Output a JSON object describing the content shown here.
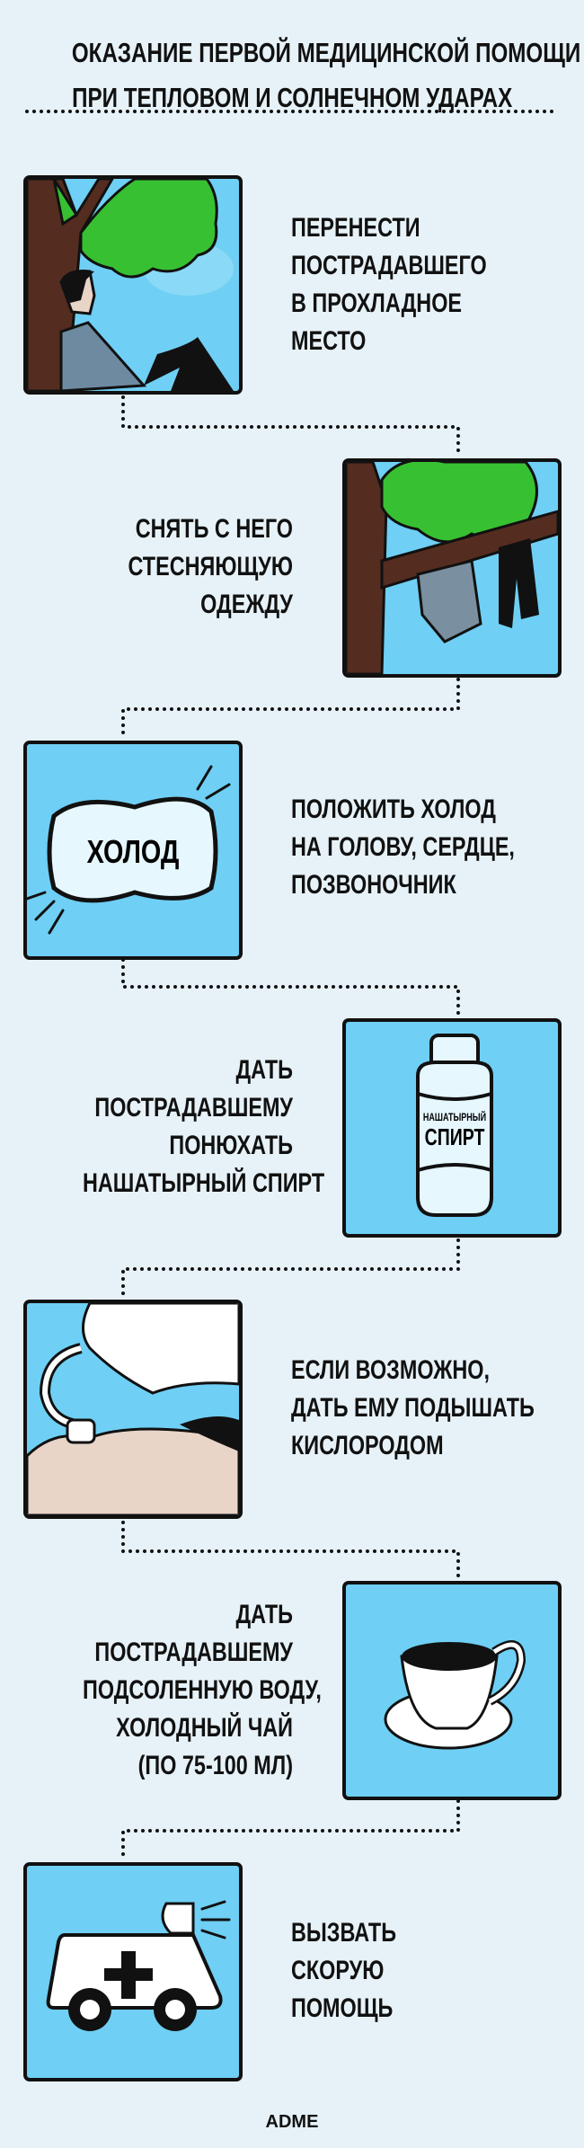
{
  "title": {
    "lines": [
      "ОКАЗАНИЕ ПЕРВОЙ МЕДИЦИНСКОЙ ПОМОЩИ",
      "ПРИ ТЕПЛОВОМ И СОЛНЕЧНОМ УДАРАХ"
    ]
  },
  "steps": [
    {
      "lines": [
        "ПЕРЕНЕСТИ",
        "ПОСТРАДАВШЕГО",
        "В ПРОХЛАДНОЕ",
        "МЕСТО"
      ],
      "icon": "person-under-tree-icon"
    },
    {
      "lines": [
        "СНЯТЬ С НЕГО",
        "СТЕСНЯЮЩУЮ",
        "ОДЕЖДУ"
      ],
      "icon": "clothes-on-branch-icon"
    },
    {
      "lines": [
        "ПОЛОЖИТЬ ХОЛОД",
        "НА ГОЛОВУ, СЕРДЦЕ,",
        "ПОЗВОНОЧНИК"
      ],
      "icon": "cold-pack-icon",
      "icon_label": "ХОЛОД"
    },
    {
      "lines": [
        "ДАТЬ",
        "ПОСТРАДАВШЕМУ",
        "ПОНЮХАТЬ",
        "НАШАТЫРНЫЙ СПИРТ"
      ],
      "icon": "ammonia-bottle-icon",
      "icon_label_small": "НАШАТЫРНЫЙ",
      "icon_label_big": "СПИРТ"
    },
    {
      "lines": [
        "ЕСЛИ ВОЗМОЖНО,",
        "ДАТЬ ЕМУ ПОДЫШАТЬ",
        "КИСЛОРОДОМ"
      ],
      "icon": "oxygen-mask-icon"
    },
    {
      "lines": [
        "ДАТЬ",
        "ПОСТРАДАВШЕМУ",
        "ПОДСОЛЕННУЮ ВОДУ,",
        "ХОЛОДНЫЙ ЧАЙ",
        "(ПО 75-100 МЛ)"
      ],
      "icon": "tea-cup-icon"
    },
    {
      "lines": [
        "ВЫЗВАТЬ",
        "СКОРУЮ",
        "ПОМОЩЬ"
      ],
      "icon": "ambulance-icon"
    }
  ],
  "footer": {
    "brand": "ADME"
  },
  "colors": {
    "background": "#e7f2f8",
    "panel": "#6fcff4",
    "outline": "#111111",
    "tree": "#37c132",
    "trunk": "#542d20"
  }
}
